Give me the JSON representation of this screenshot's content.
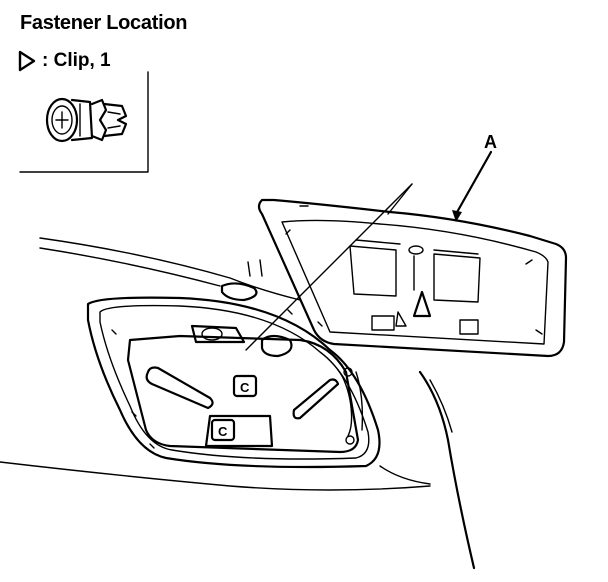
{
  "title": "Fastener Location",
  "legend": {
    "clip_label": ": Clip, 1",
    "clip_symbol": "triangle-outline-icon"
  },
  "callouts": {
    "part_a": "A",
    "clip_marker": "C"
  },
  "colors": {
    "ink": "#000000",
    "paper": "#ffffff"
  }
}
